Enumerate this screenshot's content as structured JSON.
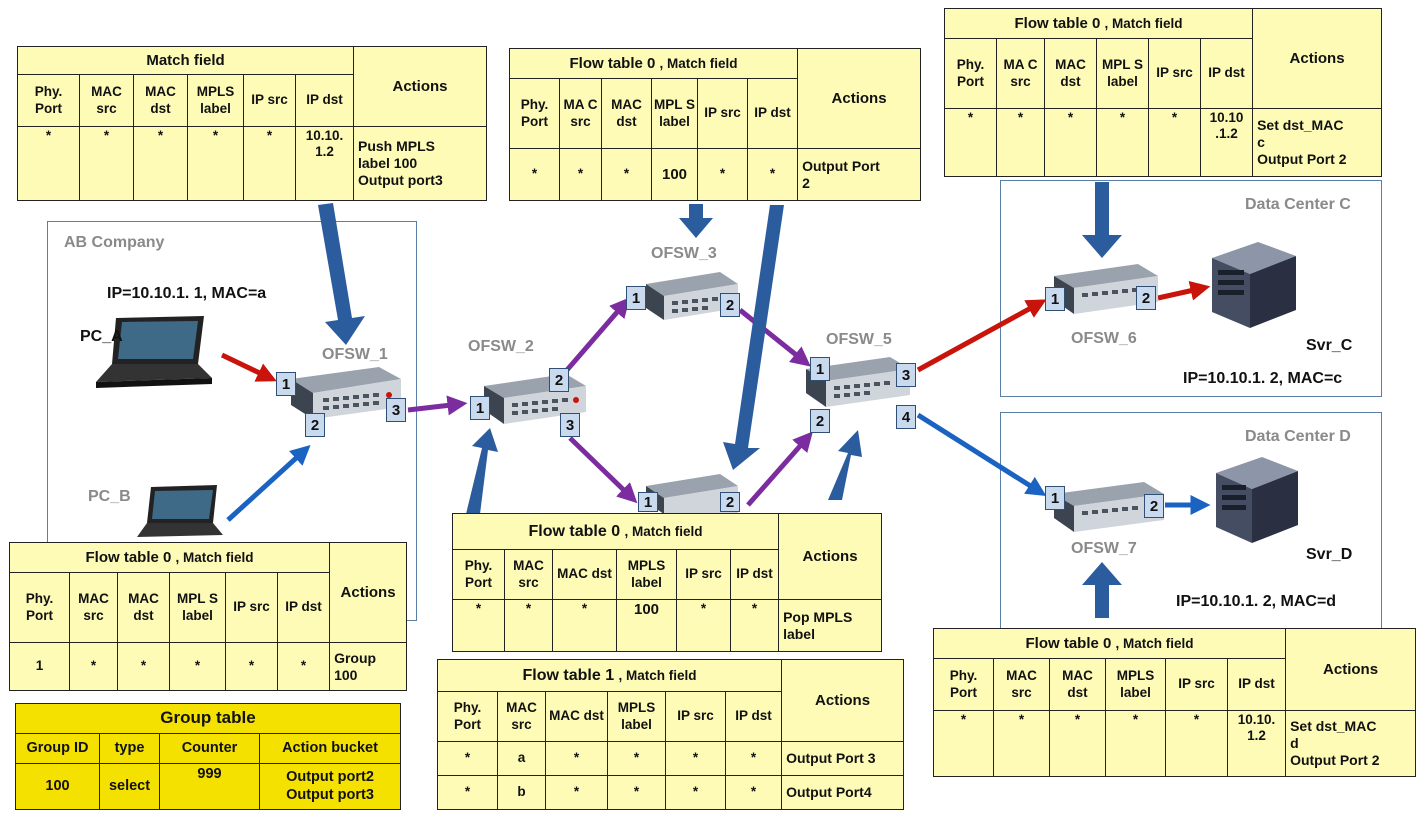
{
  "regions": {
    "ab_company": "AB Company",
    "dc_c": "Data Center C",
    "dc_d": "Data Center D"
  },
  "hosts": {
    "pc_a": {
      "name": "PC_A",
      "info": "IP=10.10.1. 1, MAC=a"
    },
    "pc_b": {
      "name": "PC_B"
    },
    "svr_c": {
      "name": "Svr_C",
      "info": "IP=10.10.1. 2, MAC=c"
    },
    "svr_d": {
      "name": "Svr_D",
      "info": "IP=10.10.1. 2, MAC=d"
    }
  },
  "switches": {
    "ofsw1": "OFSW_1",
    "ofsw2": "OFSW_2",
    "ofsw3": "OFSW_3",
    "ofsw4": "",
    "ofsw5": "OFSW_5",
    "ofsw6": "OFSW_6",
    "ofsw7": "OFSW_7"
  },
  "ports": {
    "p1": "1",
    "p2": "2",
    "p3": "3",
    "p4": "4"
  },
  "cols": {
    "phy": "Phy. Port",
    "macsrc": "MAC src",
    "macdst": "MAC dst",
    "mpls": "MPLS label",
    "ipsrc": "IP src",
    "ipdst": "IP dst",
    "macsrc_c": "MA C src",
    "mpls_s": "MPL S label",
    "mpls_b": "MPL S label",
    "actions": "Actions"
  },
  "tables": {
    "t1": {
      "title": "Match field",
      "row": [
        "*",
        "*",
        "*",
        "*",
        "*",
        "10.10. 1.2"
      ],
      "action": [
        "Push MPLS",
        "label 100",
        "Output port3"
      ]
    },
    "t2": {
      "title": "Flow table 0",
      "sub": ", Match field",
      "row": [
        "*",
        "*",
        "*",
        "100",
        "*",
        "*"
      ],
      "action": [
        "Output Port",
        "2"
      ]
    },
    "t3": {
      "title": "Flow table 0",
      "sub": ", Match field",
      "row": [
        "*",
        "*",
        "*",
        "*",
        "*",
        "10.10 .1.2"
      ],
      "action": [
        "Set dst_MAC",
        "c",
        "Output Port 2"
      ]
    },
    "t4": {
      "title": "Flow table 0",
      "sub": ", Match field",
      "row": [
        "1",
        "*",
        "*",
        "*",
        "*",
        "*"
      ],
      "action": [
        "Group",
        "100"
      ]
    },
    "t5": {
      "title": "Flow table 0",
      "sub": ", Match field",
      "row": [
        "*",
        "*",
        "*",
        "100",
        "*",
        "*"
      ],
      "action": [
        "Pop MPLS",
        "label"
      ]
    },
    "t6": {
      "title": "Flow table 1",
      "sub": ", Match field",
      "rows": [
        [
          "*",
          "a",
          "*",
          "*",
          "*",
          "*"
        ],
        [
          "*",
          "b",
          "*",
          "*",
          "*",
          "*"
        ]
      ],
      "actions": [
        "Output Port 3",
        "Output Port4"
      ]
    },
    "t7": {
      "title": "Flow table 0",
      "sub": ", Match field",
      "row": [
        "*",
        "*",
        "*",
        "*",
        "*",
        "10.10. 1.2"
      ],
      "action": [
        "Set dst_MAC",
        "d",
        "Output Port 2"
      ]
    }
  },
  "group_table": {
    "title": "Group table",
    "headers": [
      "Group ID",
      "type",
      "Counter",
      "Action bucket"
    ],
    "row": [
      "100",
      "select",
      "999"
    ],
    "bucket": [
      "Output port2",
      "Output port3"
    ]
  },
  "colors": {
    "red": "#c8140a",
    "blue": "#1a63c2",
    "purple": "#7b2d9f",
    "bigblue": "#2b5d9e",
    "table": "#fdfbb6",
    "group": "#f5e100"
  }
}
